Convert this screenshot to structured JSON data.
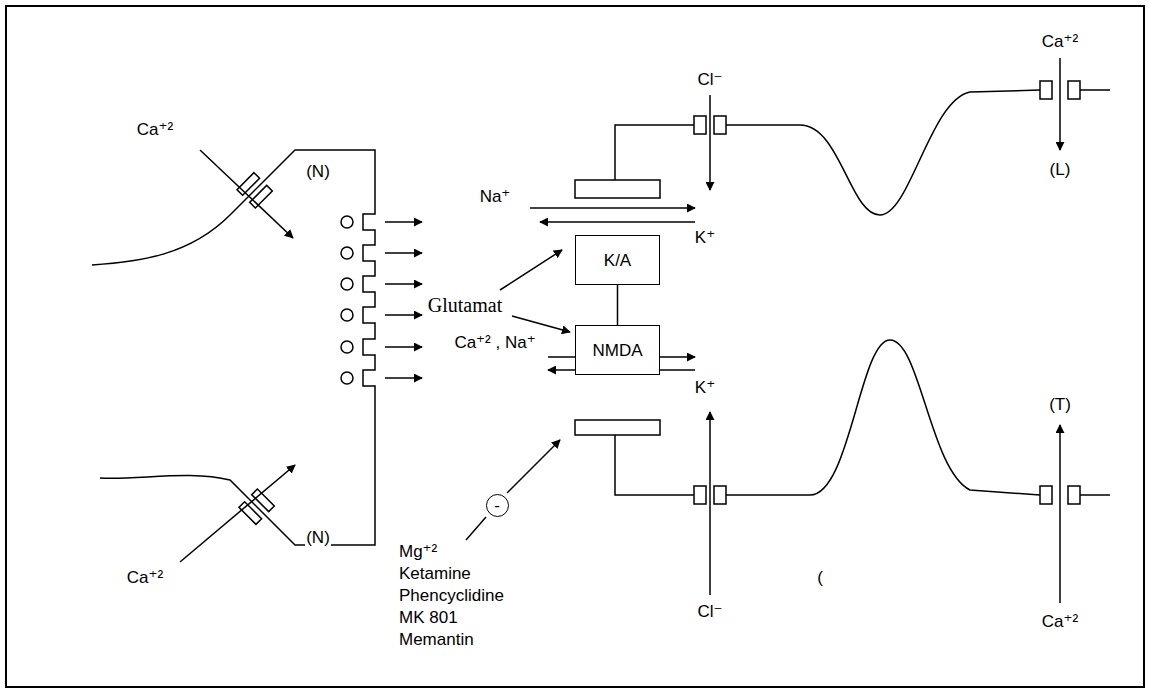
{
  "diagram": {
    "nodes": [
      {
        "text": [
          "K/A"
        ]
      },
      {
        "text": [
          "NMDA"
        ]
      },
      {
        "text": [
          "-"
        ]
      }
    ],
    "edges": [
      {
        "from": 0,
        "to": 1,
        "arrow": "none"
      }
    ],
    "labels": [
      "Ca⁺²",
      "(N)",
      "Ca⁺²",
      "(N)",
      "Cl⁻",
      "Ca⁺²",
      "Na⁺",
      "K⁺",
      "(L)",
      "Glutamat",
      "Ca⁺² , Na⁺",
      "K⁺",
      "(T)",
      "Mg⁺²",
      "Ketamine",
      "Phencyclidine",
      "MK 801",
      "Memantin",
      "Cl⁻",
      "(",
      "Ca⁺²"
    ]
  }
}
